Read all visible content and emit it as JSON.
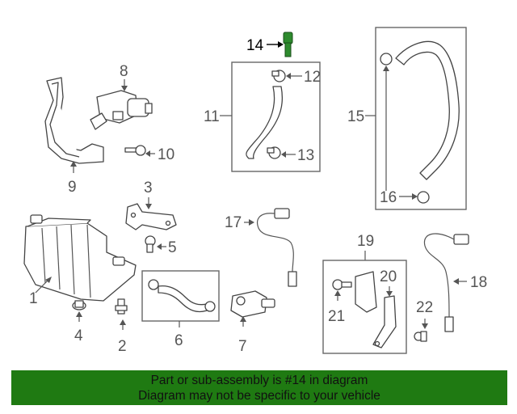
{
  "callouts": {
    "c1": "1",
    "c2": "2",
    "c3": "3",
    "c4": "4",
    "c5": "5",
    "c6": "6",
    "c7": "7",
    "c8": "8",
    "c9": "9",
    "c10": "10",
    "c11": "11",
    "c12": "12",
    "c13": "13",
    "c14": "14",
    "c15": "15",
    "c16": "16",
    "c17": "17",
    "c18": "18",
    "c19": "19",
    "c20": "20",
    "c21": "21",
    "c22": "22"
  },
  "highlighted_part": "14",
  "highlight_color": "#2e8b2e",
  "banner": {
    "line1": "Part or sub-assembly is #14 in diagram",
    "line2": "Diagram may not be specific to your vehicle",
    "background": "#1f7a12"
  }
}
